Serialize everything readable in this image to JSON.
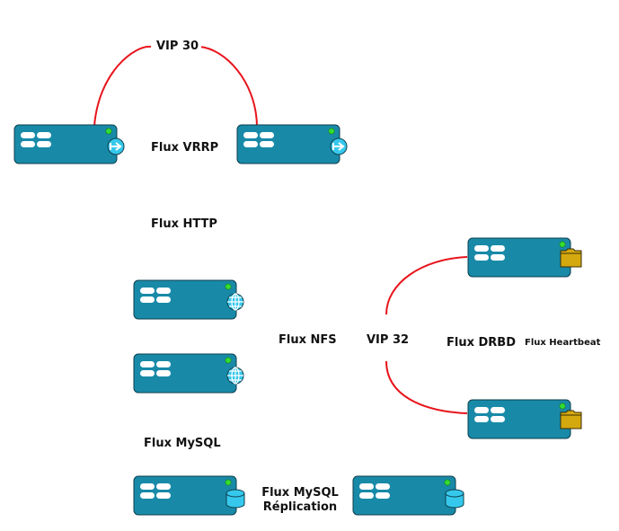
{
  "colors": {
    "server_body": "#188aa8",
    "server_stroke": "#0e3f4d",
    "slot": "#ffffff",
    "status_led": "#33dd33",
    "link": "#e8141c",
    "badge_vrrp": "#36c8ec",
    "badge_web": "#36c8ec",
    "badge_db": "#36c8ec",
    "badge_folder": "#d4a90f"
  },
  "labels": {
    "vip30": "VIP 30",
    "flux_vrrp": "Flux VRRP",
    "flux_http": "Flux HTTP",
    "flux_nfs": "Flux NFS",
    "vip32": "VIP 32",
    "flux_drbd": "Flux DRBD",
    "flux_heartbeat": "Flux Heartbeat",
    "flux_mysql": "Flux MySQL",
    "flux_mysql_replication_1": "Flux MySQL",
    "flux_mysql_replication_2": "Réplication"
  },
  "servers": [
    {
      "id": "lb-1",
      "badge": "vrrp-icon"
    },
    {
      "id": "lb-2",
      "badge": "vrrp-icon"
    },
    {
      "id": "web-1",
      "badge": "globe-icon"
    },
    {
      "id": "web-2",
      "badge": "globe-icon"
    },
    {
      "id": "nfs-1",
      "badge": "folder-icon"
    },
    {
      "id": "nfs-2",
      "badge": "folder-icon"
    },
    {
      "id": "db-1",
      "badge": "database-icon"
    },
    {
      "id": "db-2",
      "badge": "database-icon"
    }
  ]
}
